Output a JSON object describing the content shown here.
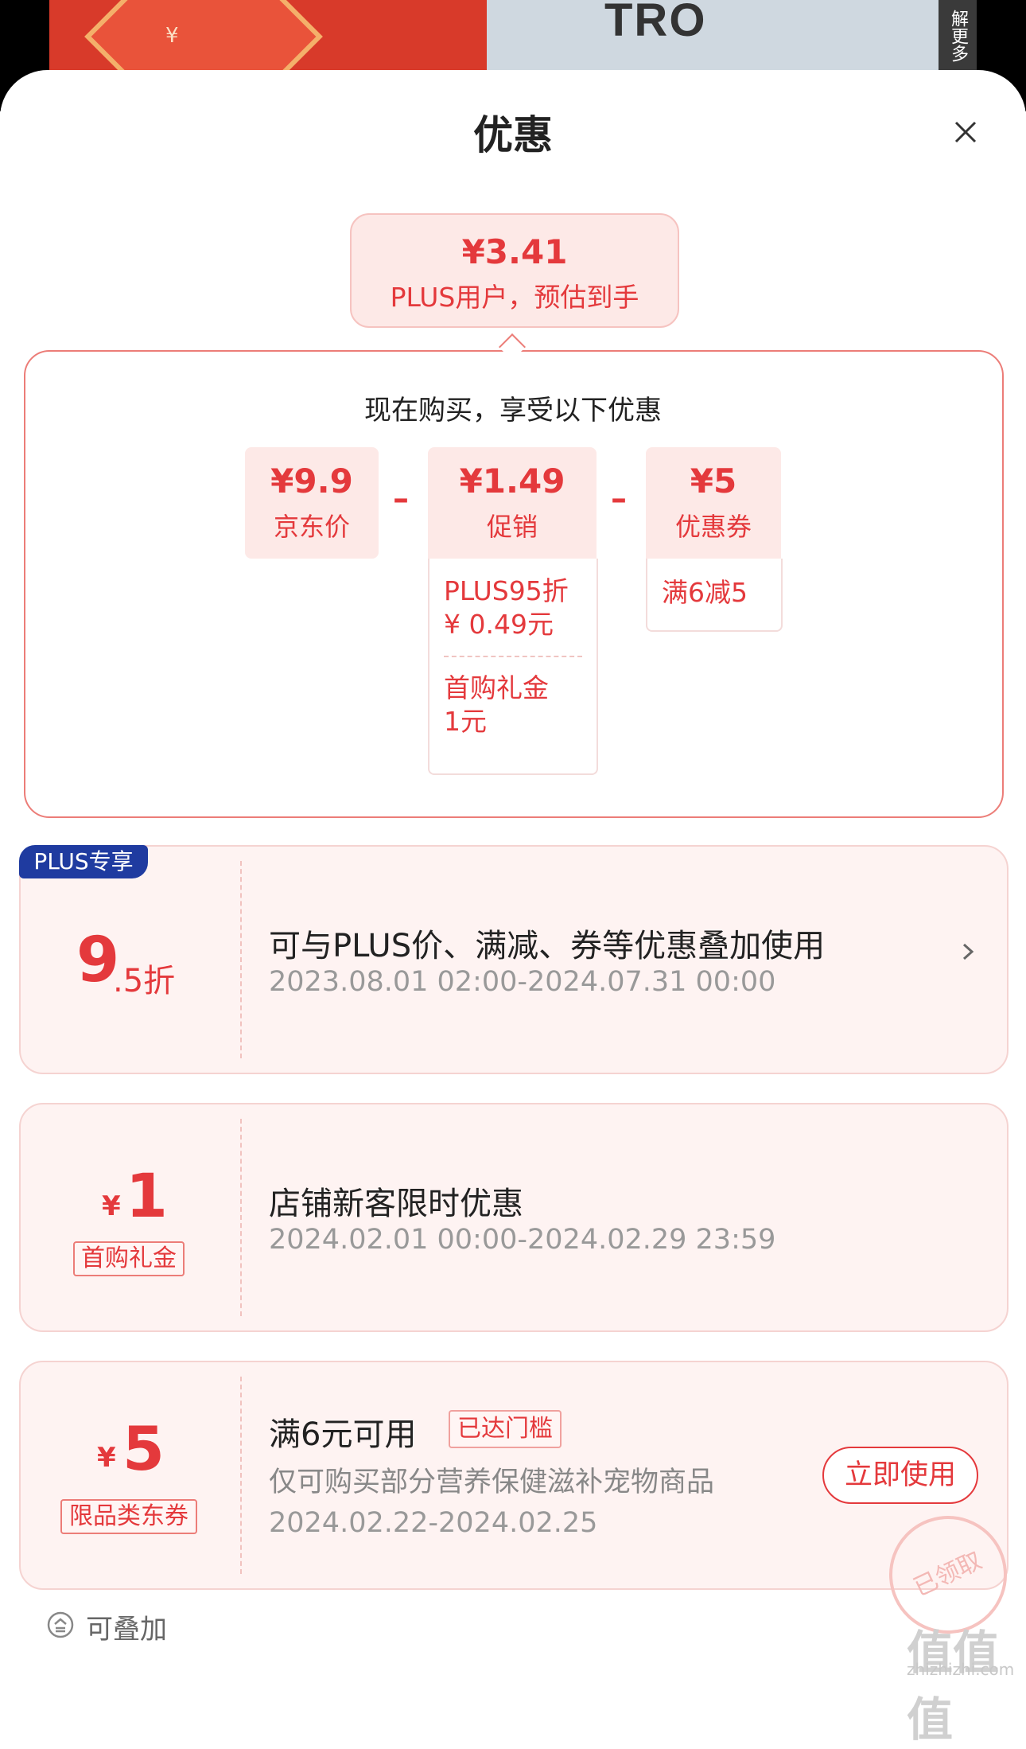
{
  "background": {
    "yen_symbol": "¥",
    "product_text": "TRO",
    "side_text": "解更多"
  },
  "sheet": {
    "title": "优惠",
    "close_icon": "close-icon"
  },
  "estimate": {
    "price": "¥3.41",
    "subtitle": "PLUS用户，预估到手"
  },
  "breakdown": {
    "heading": "现在购买，享受以下优惠",
    "minus": "–",
    "items": [
      {
        "amount": "¥9.9",
        "label": "京东价"
      },
      {
        "amount": "¥1.49",
        "label": "促销",
        "details": [
          "PLUS95折",
          "¥ 0.49元",
          "首购礼金",
          "1元"
        ]
      },
      {
        "amount": "¥5",
        "label": "优惠券",
        "details": [
          "满6减5"
        ]
      }
    ]
  },
  "coupons": [
    {
      "badge": "PLUS专享",
      "value_big": "9",
      "value_small": ".5折",
      "title": "可与PLUS价、满减、券等优惠叠加使用",
      "date": "2023.08.01 02:00-2024.07.31 00:00"
    },
    {
      "currency": "¥",
      "value": "1",
      "tag": "首购礼金",
      "title": "店铺新客限时优惠",
      "date": "2024.02.01 00:00-2024.02.29 23:59"
    },
    {
      "currency": "¥",
      "value": "5",
      "tag": "限品类东券",
      "title": "满6元可用",
      "status_tag": "已达门槛",
      "desc": "仅可购买部分营养保健滋补宠物商品",
      "date": "2024.02.22-2024.02.25",
      "button": "立即使用",
      "stamp": "已领取"
    }
  ],
  "footer": {
    "stack_label": "可叠加",
    "watermark": "值值值",
    "watermark_url": "zhizhizhi.com"
  },
  "colors": {
    "accent": "#e4393c",
    "plus_badge": "#1f3ba0",
    "card_bg": "#fef3f2"
  }
}
